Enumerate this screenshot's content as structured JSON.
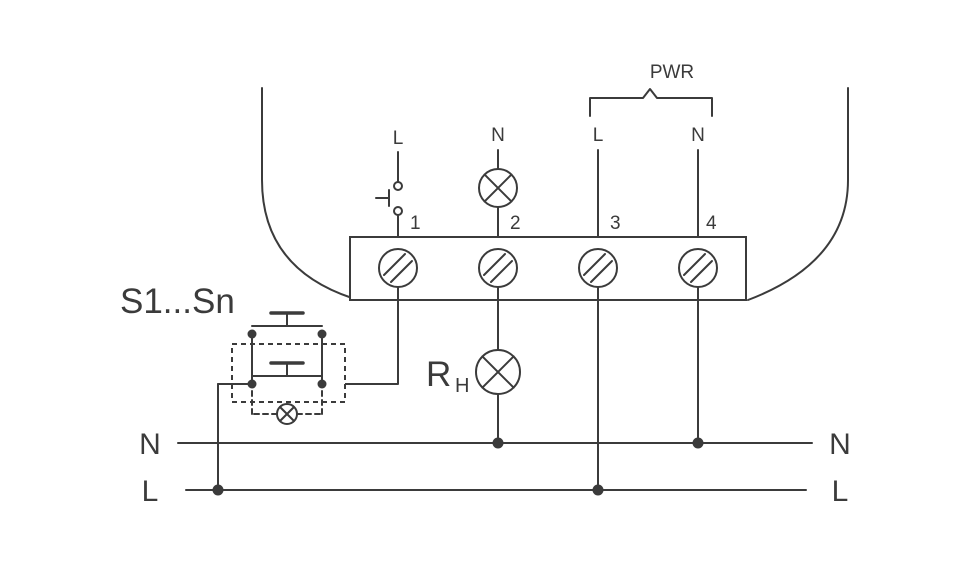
{
  "diagram": {
    "colors": {
      "line": "#3b3b3b",
      "background": "#ffffff"
    },
    "labels": {
      "switch_group": "S1...Sn",
      "load_resistor_main": "R",
      "load_resistor_sub": "H",
      "pwr": "PWR",
      "switched_live_top": "L",
      "neutral_lamp_top": "N",
      "pwr_live": "L",
      "pwr_neutral": "N",
      "terminal_1": "1",
      "terminal_2": "2",
      "terminal_3": "3",
      "terminal_4": "4",
      "bus_neutral_left": "N",
      "bus_neutral_right": "N",
      "bus_live_left": "L",
      "bus_live_right": "L"
    }
  }
}
